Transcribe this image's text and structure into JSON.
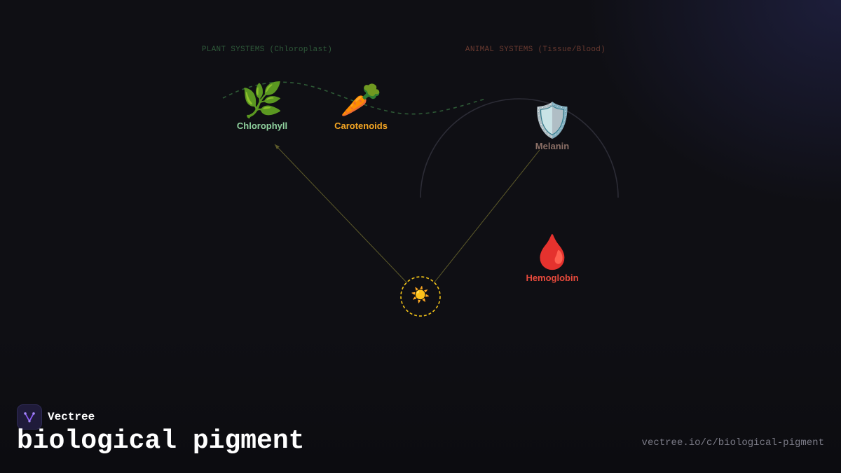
{
  "sections": {
    "plant": {
      "label": "PLANT SYSTEMS (Chloroplast)",
      "color": "#2f5a3a"
    },
    "animal": {
      "label": "ANIMAL SYSTEMS (Tissue/Blood)",
      "color": "#6a3a30"
    }
  },
  "nodes": [
    {
      "name": "Chlorophyll",
      "emoji": "🌿",
      "icon": "leaf-icon",
      "color": "#8fd19e"
    },
    {
      "name": "Carotenoids",
      "emoji": "🥕",
      "icon": "carrot-icon",
      "color": "#f5a623"
    },
    {
      "name": "Melanin",
      "emoji": "🛡️",
      "icon": "shield-icon",
      "color": "#8b6f66"
    },
    {
      "name": "Hemoglobin",
      "emoji": "🩸",
      "icon": "blood-drop-icon",
      "color": "#e84a3c"
    }
  ],
  "center": {
    "emoji": "☀️",
    "icon": "sun-icon",
    "color": "#f5c518"
  },
  "brand": {
    "name": "Vectree",
    "accent": "#8b5cf6"
  },
  "title": "biological pigment",
  "url": "vectree.io/c/biological-pigment"
}
